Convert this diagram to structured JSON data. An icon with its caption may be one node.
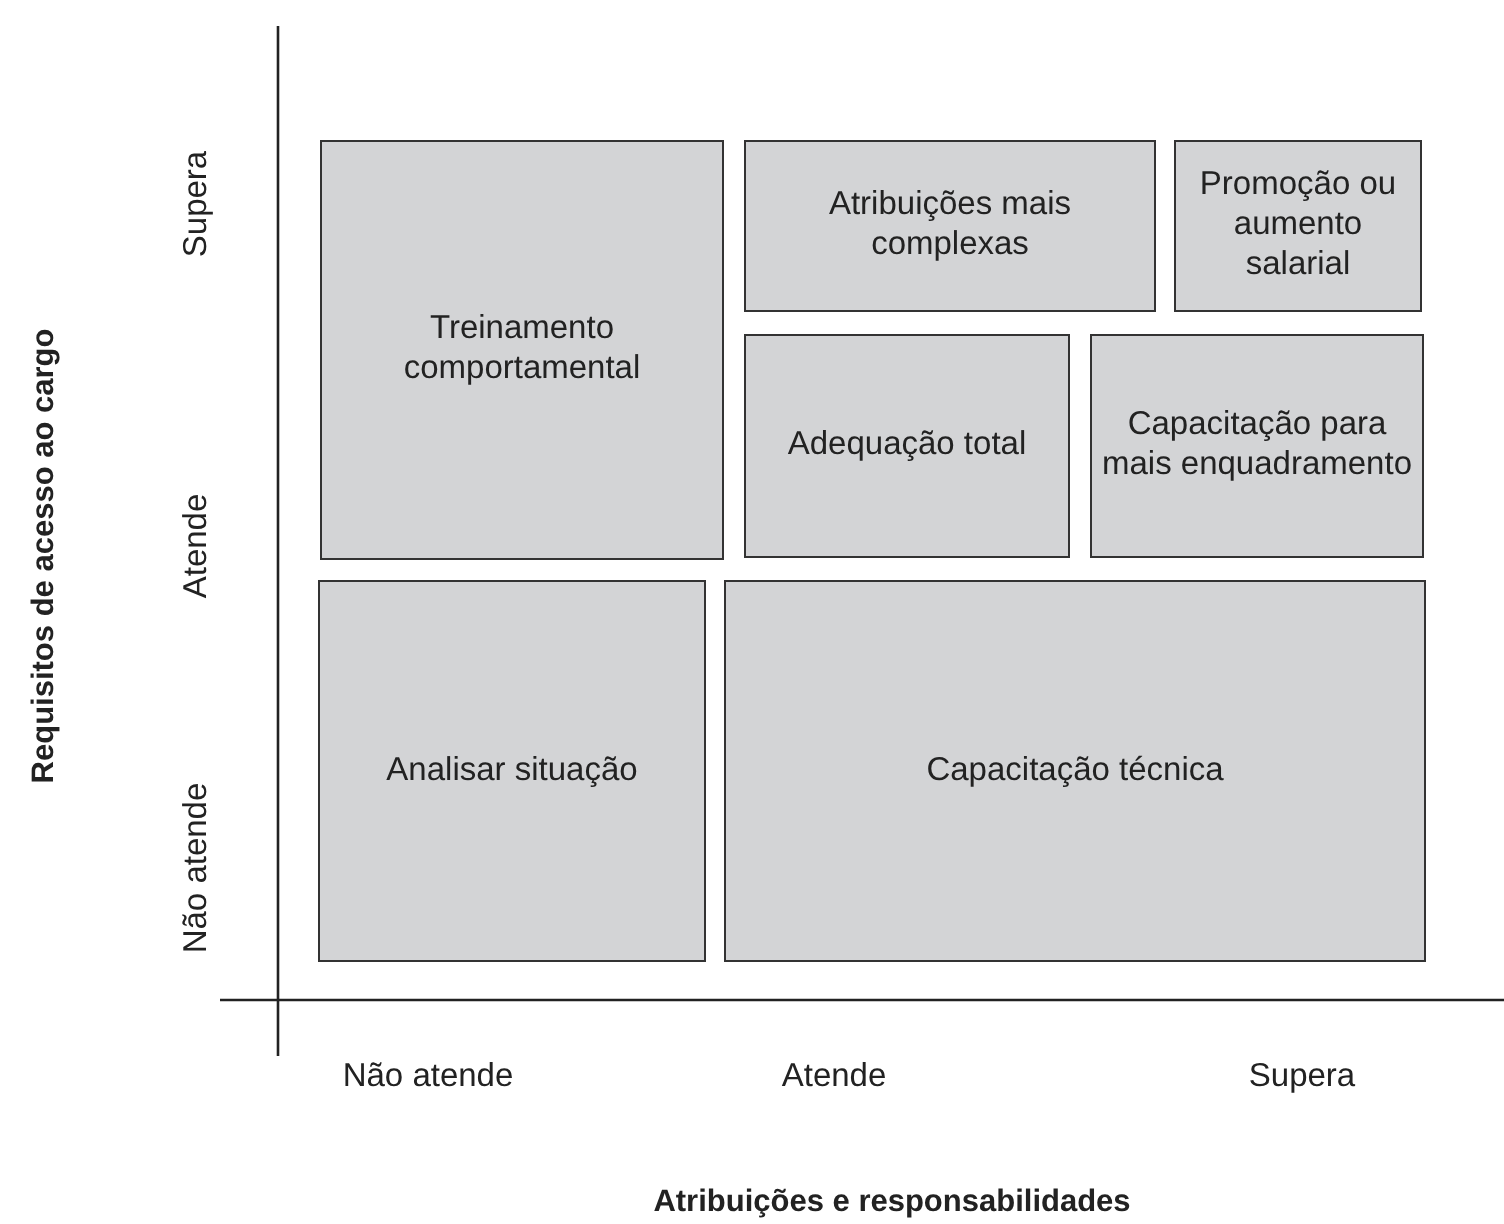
{
  "diagram": {
    "nodes": [
      {
        "text": [
          "Treinamento comportamental"
        ]
      },
      {
        "text": [
          "Atribuições mais complexas"
        ]
      },
      {
        "text": [
          "Promoção ou aumento salarial"
        ]
      },
      {
        "text": [
          "Adequação total"
        ]
      },
      {
        "text": [
          "Capacitação para mais enquadramento"
        ]
      },
      {
        "text": [
          "Analisar situação"
        ]
      },
      {
        "text": [
          "Capacitação técnica"
        ]
      }
    ],
    "labels": [
      "Requisitos de acesso ao cargo",
      "Supera",
      "Atende",
      "Não atende",
      "Não atende",
      "Atende",
      "Supera",
      "Atribuições e responsabilidades"
    ]
  }
}
